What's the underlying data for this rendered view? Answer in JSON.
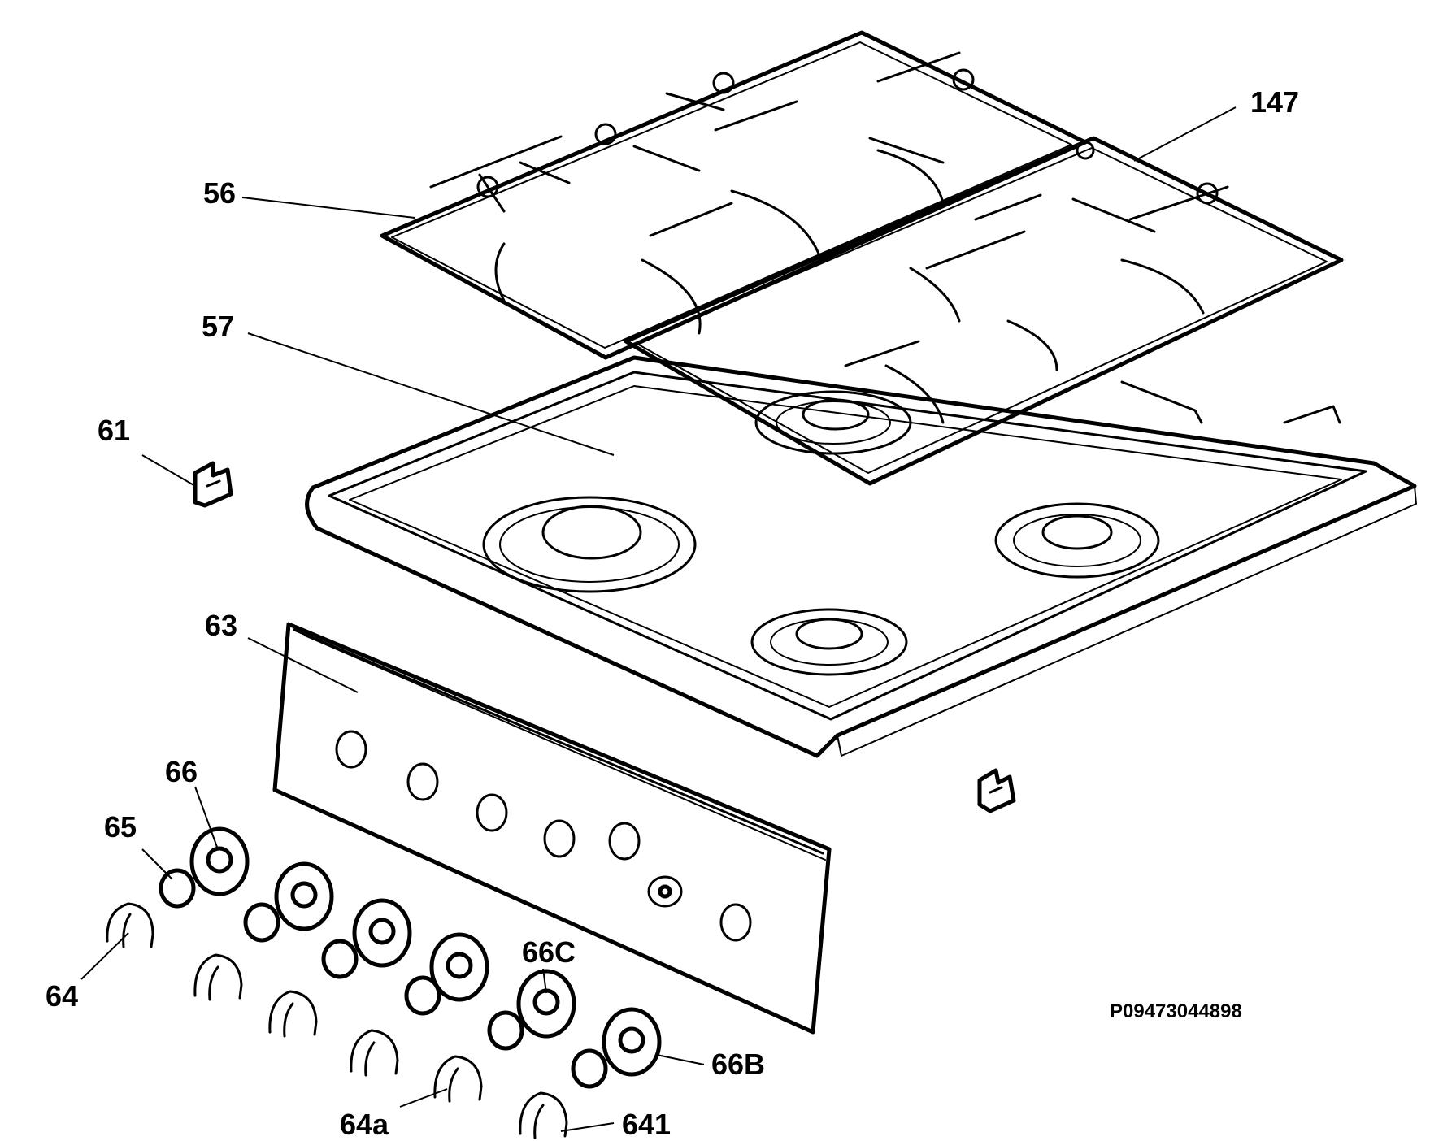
{
  "labels": {
    "l147": "147",
    "l56": "56",
    "l57": "57",
    "l61": "61",
    "l63": "63",
    "l66": "66",
    "l65": "65",
    "l64": "64",
    "l66C": "66C",
    "l66B": "66B",
    "l64a": "64a",
    "l641": "641"
  },
  "drawing_code": "P09473044898"
}
